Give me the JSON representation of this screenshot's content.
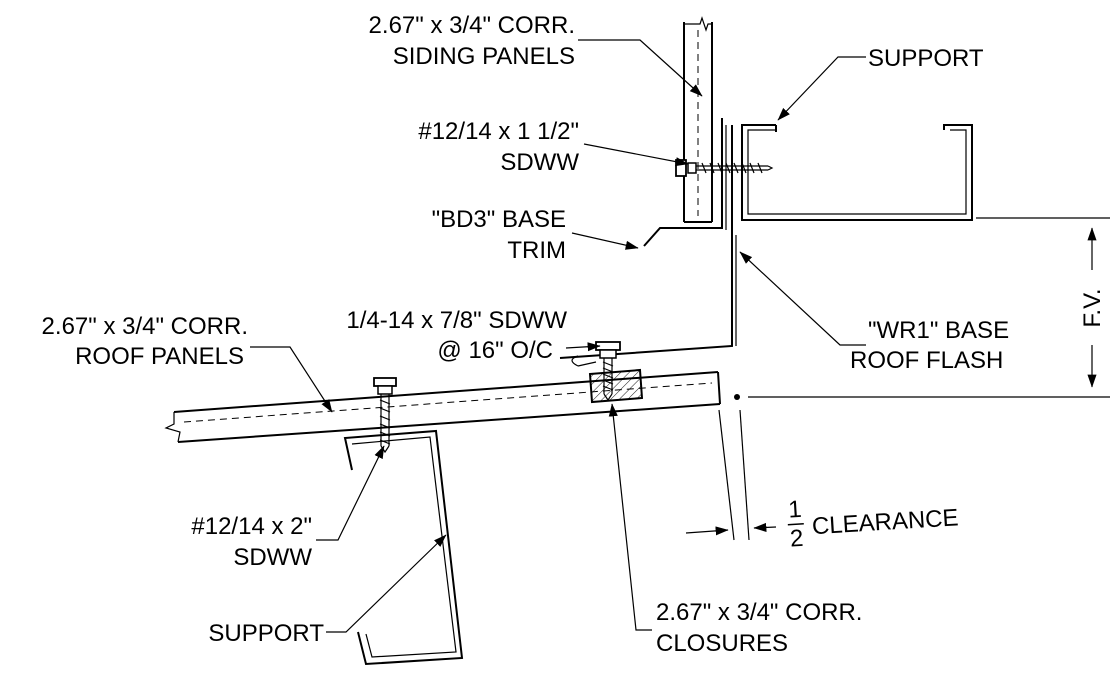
{
  "labels": {
    "siding_panels": [
      "2.67\" x 3/4\" CORR.",
      "SIDING PANELS"
    ],
    "support_top": "SUPPORT",
    "siding_fastener": [
      "#12/14 x 1 1/2\"",
      "SDWW"
    ],
    "base_trim": [
      "\"BD3\" BASE",
      "TRIM"
    ],
    "roof_panels": [
      "2.67\" x 3/4\" CORR.",
      "ROOF PANELS"
    ],
    "roof_fastener": [
      "1/4-14 x 7/8\" SDWW",
      "@ 16\" O/C"
    ],
    "base_roof_flash": [
      "\"WR1\" BASE",
      "ROOF FLASH"
    ],
    "fv_dimension": "F.V.",
    "purlin_fastener": [
      "#12/14 x 2\"",
      "SDWW"
    ],
    "support_bottom": "SUPPORT",
    "clearance": {
      "numerator": "1",
      "denominator": "2",
      "text": "CLEARANCE"
    },
    "closures": [
      "2.67\" x 3/4\" CORR.",
      "CLOSURES"
    ]
  }
}
